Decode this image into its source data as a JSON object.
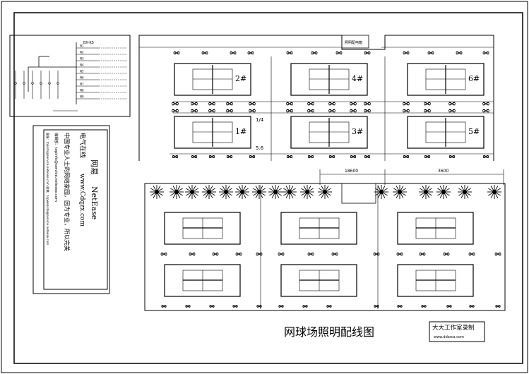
{
  "drawing": {
    "title": "网球场照明配线图",
    "upper_court_labels": [
      "2#",
      "4#",
      "6#",
      "1#",
      "3#",
      "5#"
    ],
    "lower_dimensions": [
      "18600",
      "3600"
    ],
    "panel_label": "照明配电箱",
    "system_header": "BX-K5",
    "circuit_labels": [
      "N1",
      "N2",
      "N3",
      "N4",
      "N5",
      "N6",
      "N7",
      "N8",
      "N9"
    ],
    "markers": [
      "1/4",
      "5.6"
    ]
  },
  "stamp": {
    "line1": "大大工作室录制",
    "line2": "www.ddarca.com"
  },
  "sidebar": {
    "brand_cn": "网易",
    "brand_en": "NetEase",
    "section": "电气在线",
    "site": "www.Cdqzx.com",
    "slogan": "中国专业人士的网络家园，因为专业，所以完美",
    "editor": "编辑部：topinfo@service.netease.com",
    "service": "客服：topinfo@service.netease.com 投稿：topwebsite@service.netease.com"
  }
}
